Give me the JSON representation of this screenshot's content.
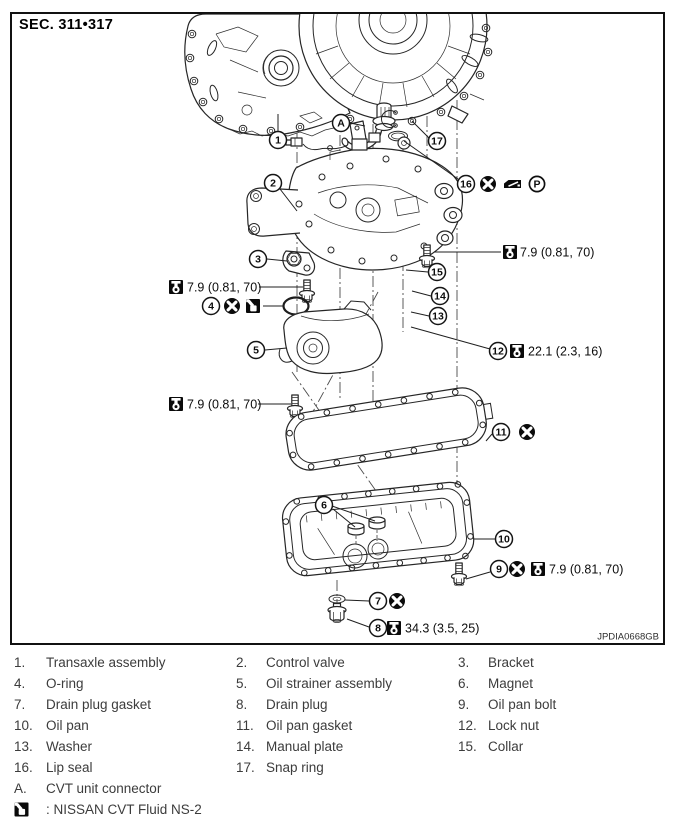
{
  "section": "SEC. 311•317",
  "figure_code": "JPDIA0668GB",
  "connector_label": "A",
  "callouts": [
    "1",
    "2",
    "3",
    "4",
    "5",
    "6",
    "7",
    "8",
    "9",
    "10",
    "11",
    "12",
    "13",
    "14",
    "15",
    "16",
    "17"
  ],
  "torque": {
    "control_valve_bolt": "7.9 (0.81, 70)",
    "bracket_bolt": "7.9 (0.81, 70)",
    "oil_strainer_bolt": "7.9 (0.81, 70)",
    "oil_pan_bolt": "7.9 (0.81, 70)",
    "lock_nut": "22.1 (2.3, 16)",
    "drain_plug": "34.3 (3.5, 25)"
  },
  "icons": {
    "torque": "wrench-in-black-square",
    "non_reusable": "x-in-black-circle",
    "cvt_fluid": "oil-can-in-black-square",
    "sealant_tube": "black-tube",
    "petroleum_jelly": "circled-P",
    "petroleum_letter": "P"
  },
  "legend": {
    "items": [
      {
        "num": "1.",
        "label": "Transaxle assembly"
      },
      {
        "num": "2.",
        "label": "Control valve"
      },
      {
        "num": "3.",
        "label": "Bracket"
      },
      {
        "num": "4.",
        "label": "O-ring"
      },
      {
        "num": "5.",
        "label": "Oil strainer assembly"
      },
      {
        "num": "6.",
        "label": "Magnet"
      },
      {
        "num": "7.",
        "label": "Drain plug gasket"
      },
      {
        "num": "8.",
        "label": "Drain plug"
      },
      {
        "num": "9.",
        "label": "Oil pan bolt"
      },
      {
        "num": "10.",
        "label": "Oil pan"
      },
      {
        "num": "11.",
        "label": "Oil pan gasket"
      },
      {
        "num": "12.",
        "label": "Lock nut"
      },
      {
        "num": "13.",
        "label": "Washer"
      },
      {
        "num": "14.",
        "label": "Manual plate"
      },
      {
        "num": "15.",
        "label": "Collar"
      },
      {
        "num": "16.",
        "label": "Lip seal"
      },
      {
        "num": "17.",
        "label": "Snap ring"
      },
      {
        "num": "A.",
        "label": "CVT unit connector"
      }
    ],
    "fluid_note": ": NISSAN CVT Fluid NS-2"
  }
}
